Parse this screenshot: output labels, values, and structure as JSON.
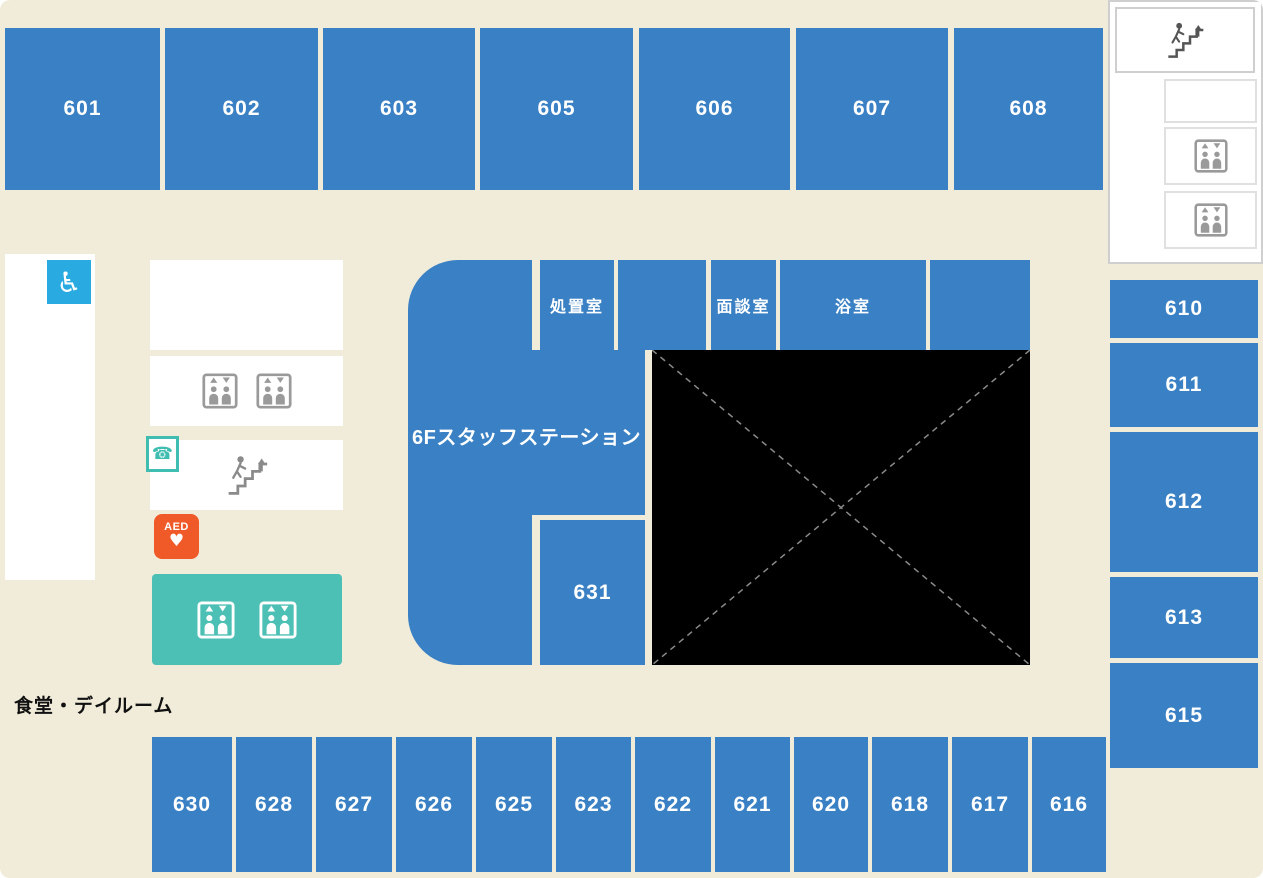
{
  "palette": {
    "room_blue": "#3a80c4",
    "background_beige": "#f1ecd9",
    "elevator_hall_teal": "#4cc0b4",
    "aed_orange": "#f05a28",
    "accessible_blue": "#29abe2",
    "void_black": "#000000",
    "icon_gray": "#9a9a9a"
  },
  "north_rooms": [
    "601",
    "602",
    "603",
    "605",
    "606",
    "607",
    "608"
  ],
  "east_rooms": [
    "610",
    "611",
    "612",
    "613",
    "615"
  ],
  "south_rooms": [
    "630",
    "628",
    "627",
    "626",
    "625",
    "623",
    "622",
    "621",
    "620",
    "618",
    "617",
    "616"
  ],
  "center": {
    "staff_station": "6Fスタッフステーション",
    "treatment_room": "処置室",
    "interview_room": "面談室",
    "bathroom": "浴室",
    "room_631": "631"
  },
  "labels": {
    "dining_dayroom": "食堂・デイルーム",
    "aed": "AED"
  },
  "glyphs": {
    "wheelchair": "♿",
    "phone": "☎",
    "heart": "♥"
  }
}
